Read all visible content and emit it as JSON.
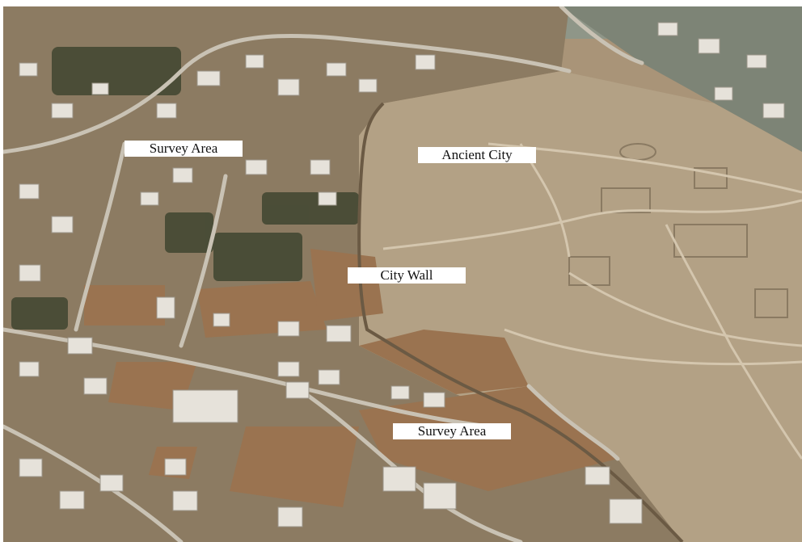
{
  "image": {
    "description_icon": "aerial-photo-icon",
    "colors": {
      "sky_haze": "#8f9688",
      "arid_ground": "#a99478",
      "ruins_ground": "#b3a185",
      "fields": "#9a7350",
      "vegetation": "#3f4530",
      "roads": "#c9c2b4",
      "buildings": "#e6e2da",
      "wall_line": "#6b5a44"
    }
  },
  "labels": {
    "survey_area_top": "Survey Area",
    "ancient_city": "Ancient City",
    "city_wall": "City Wall",
    "survey_area_bottom": "Survey Area"
  }
}
